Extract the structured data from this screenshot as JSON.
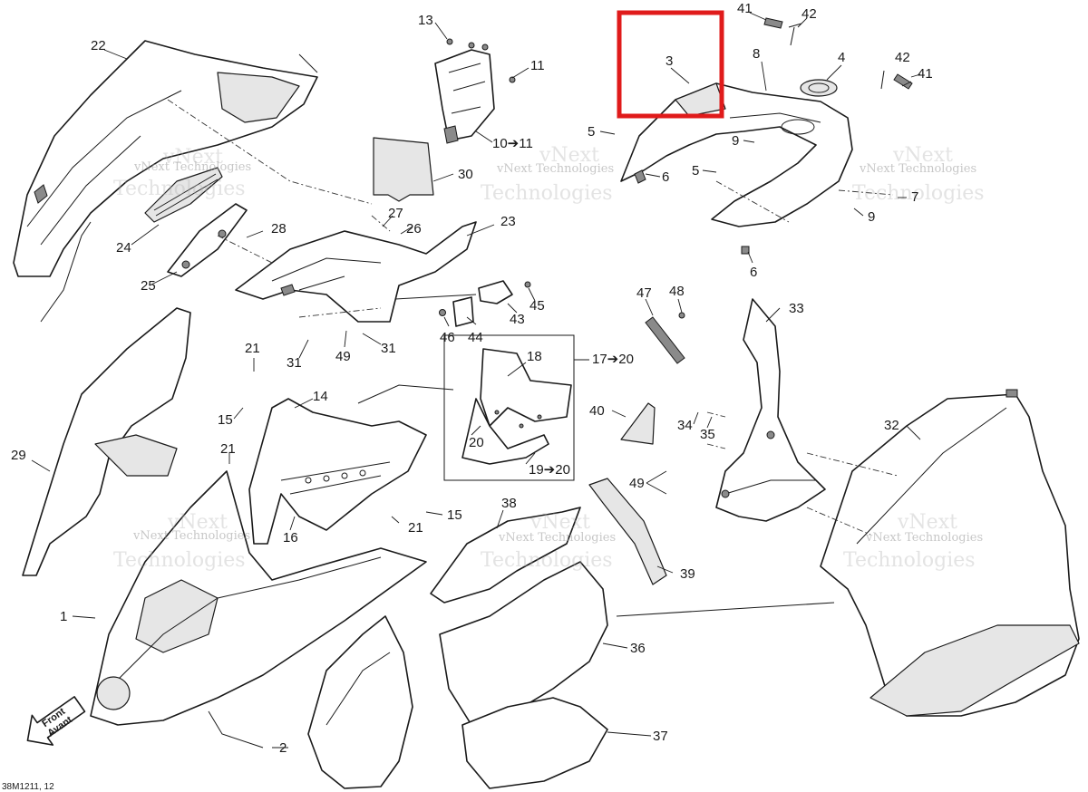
{
  "diagram": {
    "drawing_code": "38M1211, 12",
    "front_label_line1": "Front",
    "front_label_line2": "Avant",
    "highlight_color": "#e01b1b",
    "watermark": {
      "line1": "vNext Technologies",
      "line2": "vNext",
      "line3": "Technologies"
    },
    "callouts": [
      {
        "id": "c1",
        "text": "1"
      },
      {
        "id": "c2",
        "text": "2"
      },
      {
        "id": "c3",
        "text": "3"
      },
      {
        "id": "c4",
        "text": "4"
      },
      {
        "id": "c5a",
        "text": "5"
      },
      {
        "id": "c5b",
        "text": "5"
      },
      {
        "id": "c6a",
        "text": "6"
      },
      {
        "id": "c6b",
        "text": "6"
      },
      {
        "id": "c7",
        "text": "7"
      },
      {
        "id": "c8",
        "text": "8"
      },
      {
        "id": "c9a",
        "text": "9"
      },
      {
        "id": "c9b",
        "text": "9"
      },
      {
        "id": "c10",
        "text": "10➔11"
      },
      {
        "id": "c11",
        "text": "11"
      },
      {
        "id": "c13",
        "text": "13"
      },
      {
        "id": "c14",
        "text": "14"
      },
      {
        "id": "c15a",
        "text": "15"
      },
      {
        "id": "c15b",
        "text": "15"
      },
      {
        "id": "c16",
        "text": "16"
      },
      {
        "id": "c17",
        "text": "17➔20"
      },
      {
        "id": "c18",
        "text": "18"
      },
      {
        "id": "c19",
        "text": "19➔20"
      },
      {
        "id": "c20",
        "text": "20"
      },
      {
        "id": "c21a",
        "text": "21"
      },
      {
        "id": "c21b",
        "text": "21"
      },
      {
        "id": "c21c",
        "text": "21"
      },
      {
        "id": "c22",
        "text": "22"
      },
      {
        "id": "c23",
        "text": "23"
      },
      {
        "id": "c24",
        "text": "24"
      },
      {
        "id": "c25",
        "text": "25"
      },
      {
        "id": "c26",
        "text": "26"
      },
      {
        "id": "c27",
        "text": "27"
      },
      {
        "id": "c28",
        "text": "28"
      },
      {
        "id": "c29",
        "text": "29"
      },
      {
        "id": "c30",
        "text": "30"
      },
      {
        "id": "c31a",
        "text": "31"
      },
      {
        "id": "c31b",
        "text": "31"
      },
      {
        "id": "c32",
        "text": "32"
      },
      {
        "id": "c33",
        "text": "33"
      },
      {
        "id": "c34",
        "text": "34"
      },
      {
        "id": "c35",
        "text": "35"
      },
      {
        "id": "c36",
        "text": "36"
      },
      {
        "id": "c37",
        "text": "37"
      },
      {
        "id": "c38",
        "text": "38"
      },
      {
        "id": "c39",
        "text": "39"
      },
      {
        "id": "c40",
        "text": "40"
      },
      {
        "id": "c41a",
        "text": "41"
      },
      {
        "id": "c41b",
        "text": "41"
      },
      {
        "id": "c42a",
        "text": "42"
      },
      {
        "id": "c42b",
        "text": "42"
      },
      {
        "id": "c43",
        "text": "43"
      },
      {
        "id": "c44",
        "text": "44"
      },
      {
        "id": "c45",
        "text": "45"
      },
      {
        "id": "c46",
        "text": "46"
      },
      {
        "id": "c47",
        "text": "47"
      },
      {
        "id": "c48",
        "text": "48"
      },
      {
        "id": "c49a",
        "text": "49"
      },
      {
        "id": "c49b",
        "text": "49"
      }
    ]
  }
}
